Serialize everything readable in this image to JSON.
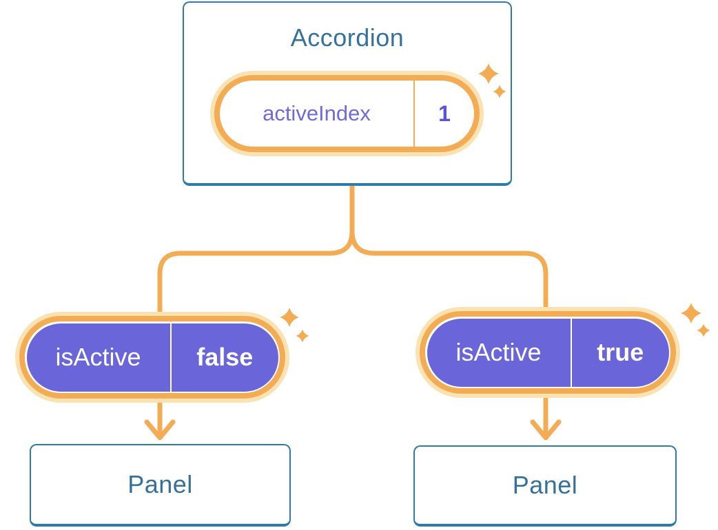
{
  "colors": {
    "card-border": "#2E7BA9",
    "title": "#35719B",
    "orange": "#F3AC53",
    "pale": "#FBE2B2",
    "purple": "#6A66DA",
    "purple-label": "#6F6ADD",
    "purple-value": "#5B55D6",
    "white": "#FFFFFF"
  },
  "icons": {
    "sparkle_icon": "✦"
  },
  "tree": {
    "root": {
      "title": "Accordion",
      "pill": {
        "label": "activeIndex",
        "value": "1"
      }
    },
    "children": [
      {
        "pill": {
          "label": "isActive",
          "value": "false"
        },
        "panel": {
          "title": "Panel"
        }
      },
      {
        "pill": {
          "label": "isActive",
          "value": "true"
        },
        "panel": {
          "title": "Panel"
        }
      }
    ]
  }
}
